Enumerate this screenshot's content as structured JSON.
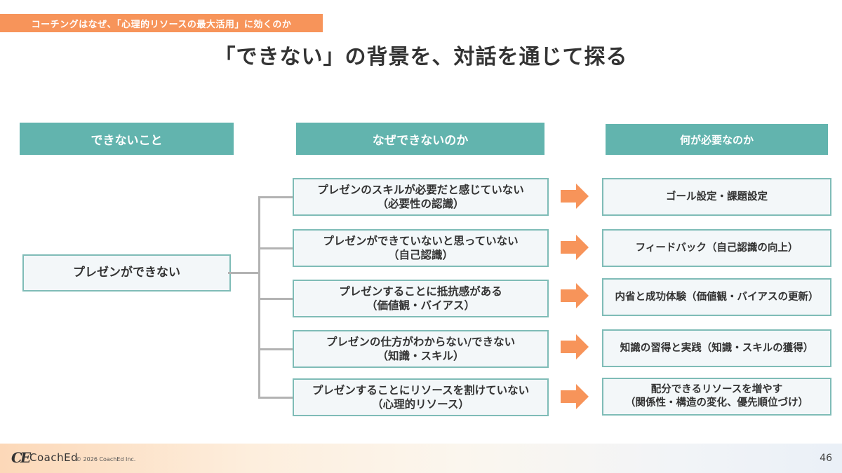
{
  "section_tag": "コーチングはなぜ、「心理的リソースの最大活用」に効くのか",
  "page_title": "「できない」の背景を、対話を通じて探る",
  "columns": {
    "headers": [
      "できないこと",
      "なぜできないのか",
      "何が必要なのか"
    ]
  },
  "root": {
    "label": "プレゼンができない"
  },
  "rows": [
    {
      "reason_line1": "プレゼンのスキルが必要だと感じていない",
      "reason_line2": "（必要性の認識）",
      "need_line1": "ゴール設定・課題設定",
      "need_line2": ""
    },
    {
      "reason_line1": "プレゼンができていないと思っていない",
      "reason_line2": "（自己認識）",
      "need_line1": "フィードバック（自己認識の向上）",
      "need_line2": ""
    },
    {
      "reason_line1": "プレゼンすることに抵抗感がある",
      "reason_line2": "（価値観・バイアス）",
      "need_line1": "内省と成功体験（価値観・バイアスの更新）",
      "need_line2": ""
    },
    {
      "reason_line1": "プレゼンの仕方がわからない/できない",
      "reason_line2": "（知識・スキル）",
      "need_line1": "知識の習得と実践（知識・スキルの獲得）",
      "need_line2": ""
    },
    {
      "reason_line1": "プレゼンすることにリソースを割けていない",
      "reason_line2": "（心理的リソース）",
      "need_line1": "配分できるリソースを増やす",
      "need_line2": "（関係性・構造の変化、優先順位づけ）"
    }
  ],
  "icons": {
    "arrow": "arrow-right-icon",
    "logo": "coached-logo-icon"
  },
  "colors": {
    "accent_orange": "#f7945a",
    "header_teal": "#62b4ae",
    "box_border": "#7fbcb7",
    "box_fill": "#f3f7f9",
    "connector": "#b3b3b3"
  },
  "footer": {
    "logo_mark": "CE",
    "brand": "CoachEd",
    "copyright": "© 2026 CoachEd Inc.",
    "page_number": "46"
  }
}
